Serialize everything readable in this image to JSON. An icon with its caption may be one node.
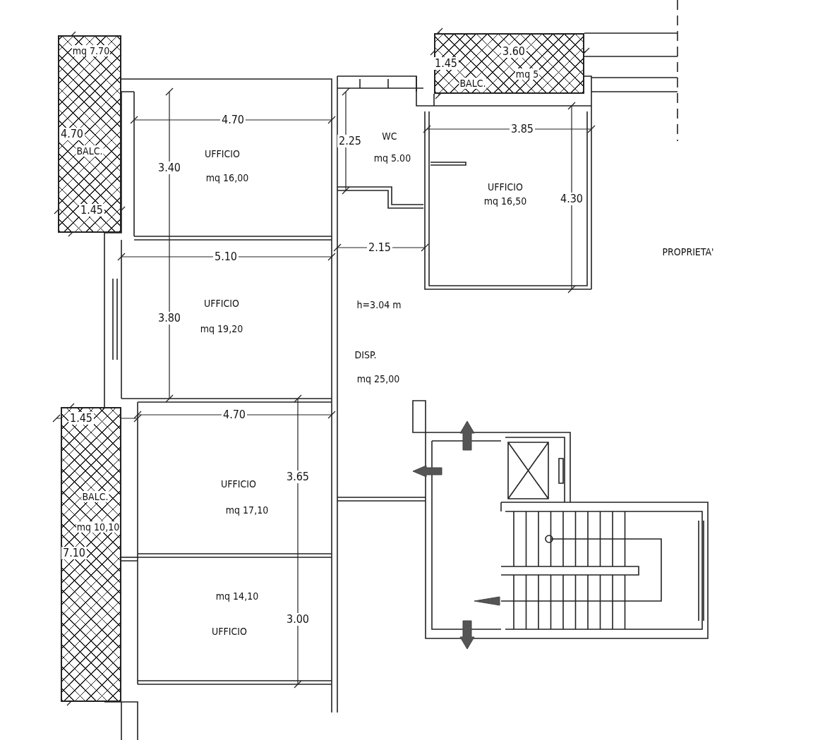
{
  "diagram": {
    "nodes": [
      {
        "text": [
          "mq 7.70",
          "BALC."
        ]
      },
      {
        "text": [
          "UFFICIO",
          "mq 16,00"
        ]
      },
      {
        "text": [
          "WC",
          "mq 5.00"
        ]
      },
      {
        "text": [
          "BALC.",
          "mq 5"
        ]
      },
      {
        "text": [
          "UFFICIO",
          "mq 16,50"
        ]
      },
      {
        "text": [
          "UFFICIO",
          "mq 19,20"
        ]
      },
      {
        "text": [
          "h=3.04 m",
          "DISP.",
          "mq 25,00"
        ]
      },
      {
        "text": [
          "BALC.",
          "mq 10,10"
        ]
      },
      {
        "text": [
          "UFFICIO",
          "mq 17,10"
        ]
      },
      {
        "text": [
          "mq 14,10",
          "UFFICIO"
        ]
      }
    ],
    "edges": [],
    "labels": [
      "3.60",
      "1.45",
      "4.70",
      "3.85",
      "2.25",
      "4.70",
      "3.40",
      "4.30",
      "1.45",
      "2.15",
      "PROPRIETA'",
      "5.10",
      "3.80",
      "1.45",
      "4.70",
      "3.65",
      "7.10",
      "3.00"
    ]
  }
}
